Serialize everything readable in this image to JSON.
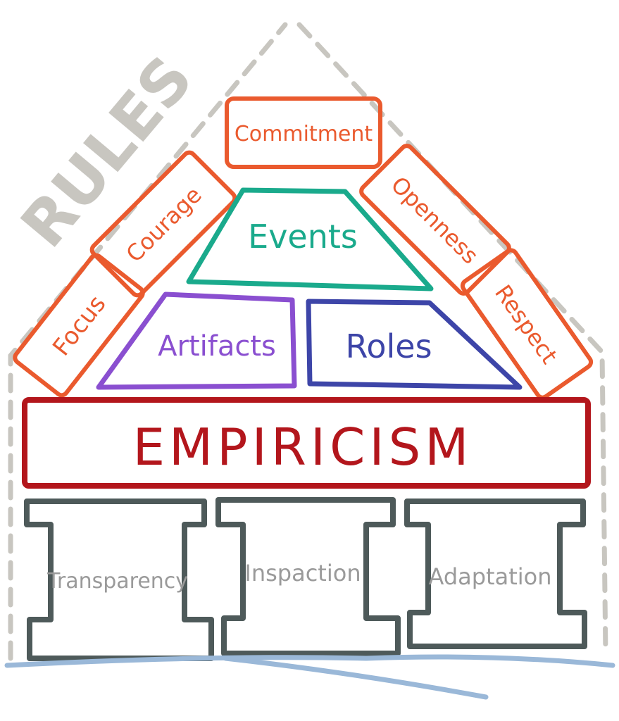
{
  "title_side": "RULES",
  "values": {
    "commitment": "Commitment",
    "courage": "Courage",
    "openness": "Openness",
    "focus": "Focus",
    "respect": "Respect"
  },
  "components": {
    "events": "Events",
    "artifacts": "Artifacts",
    "roles": "Roles"
  },
  "foundation": "EMPIRICISM",
  "pillars": [
    "Transparency",
    "Inspaction",
    "Adaptation"
  ],
  "colors": {
    "values": "#ea5a2e",
    "events": "#1aaa8c",
    "artifacts": "#8a4fd0",
    "roles": "#3d45a8",
    "empiricism": "#b3161c",
    "pillars": "#4e5a5a",
    "pillar_text": "#9a9a9a",
    "rules": "#c8c6c0",
    "ground": "#9ab8d8"
  }
}
